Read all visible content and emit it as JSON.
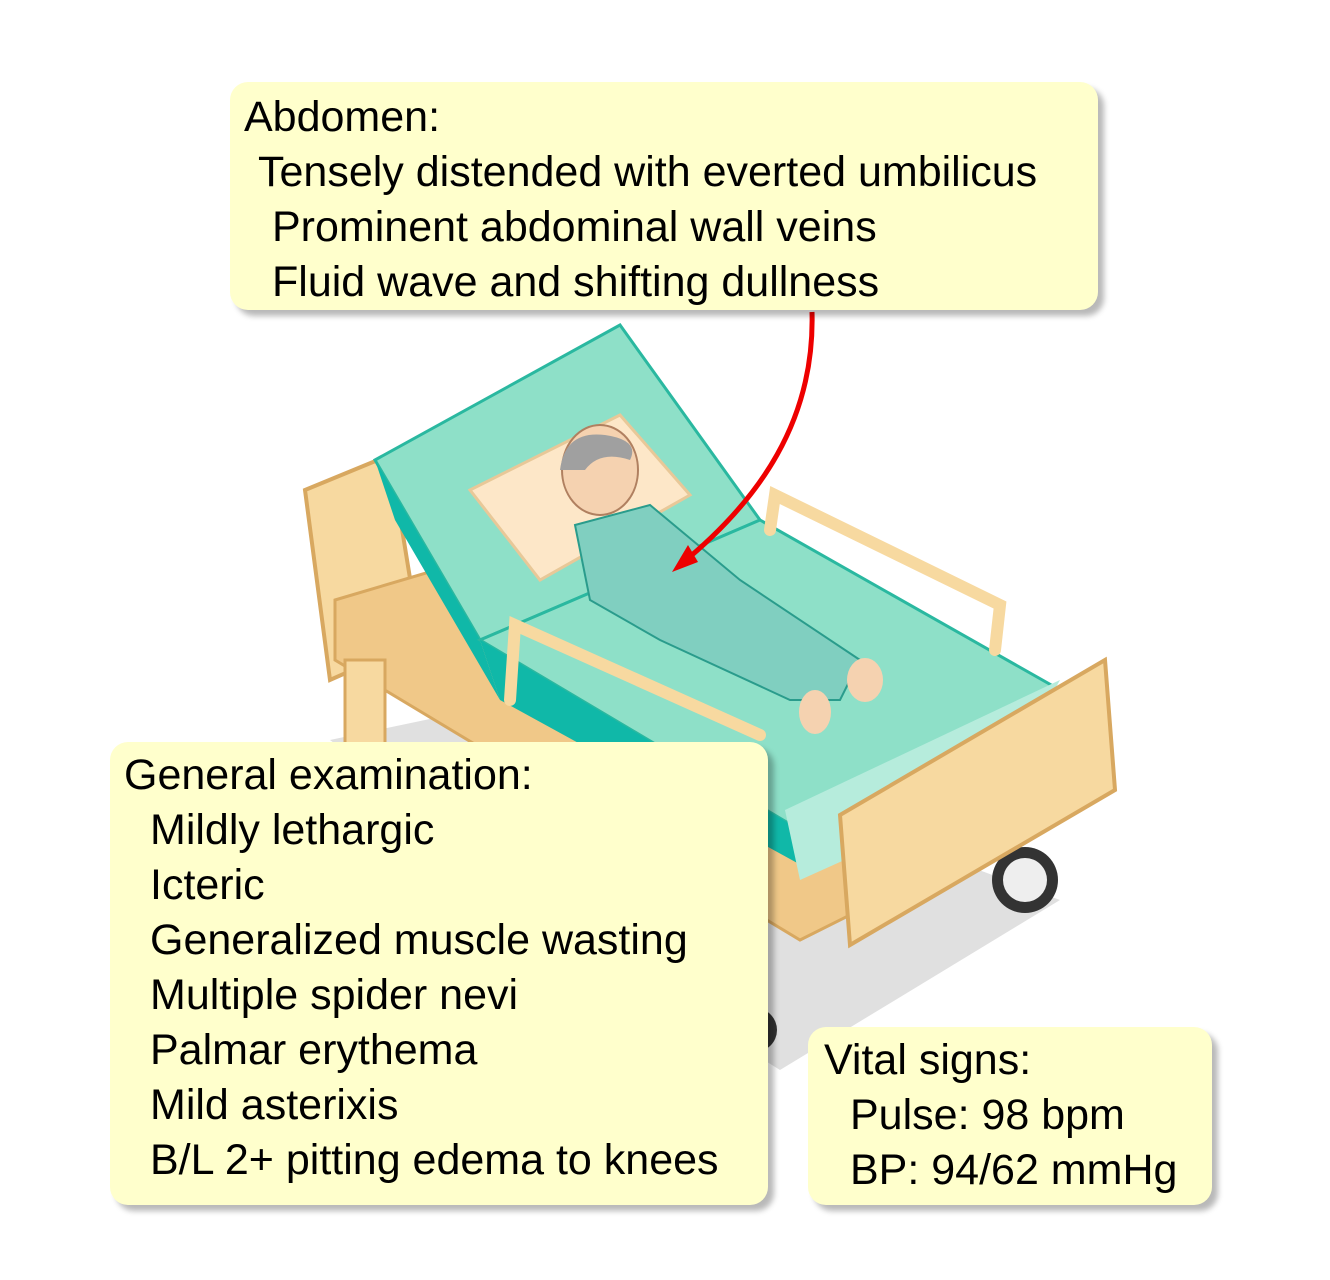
{
  "abdomen": {
    "title": "Abdomen:",
    "items": [
      "Tensely distended with everted umbilicus",
      "Prominent abdominal wall veins",
      "Fluid wave and shifting dullness"
    ]
  },
  "general": {
    "title": "General examination:",
    "items": [
      "Mildly lethargic",
      "Icteric",
      "Generalized muscle wasting",
      "Multiple spider nevi",
      "Palmar erythema",
      "Mild asterixis",
      "B/L 2+ pitting edema to knees"
    ]
  },
  "vitals": {
    "title": "Vital signs:",
    "items": [
      "Pulse: 98 bpm",
      "BP: 94/62 mmHg"
    ]
  },
  "colors": {
    "box": "#ffffcc",
    "arrow": "#ee0000",
    "mattress": "#8ee0c8",
    "bed_frame": "#f7d9a0"
  }
}
